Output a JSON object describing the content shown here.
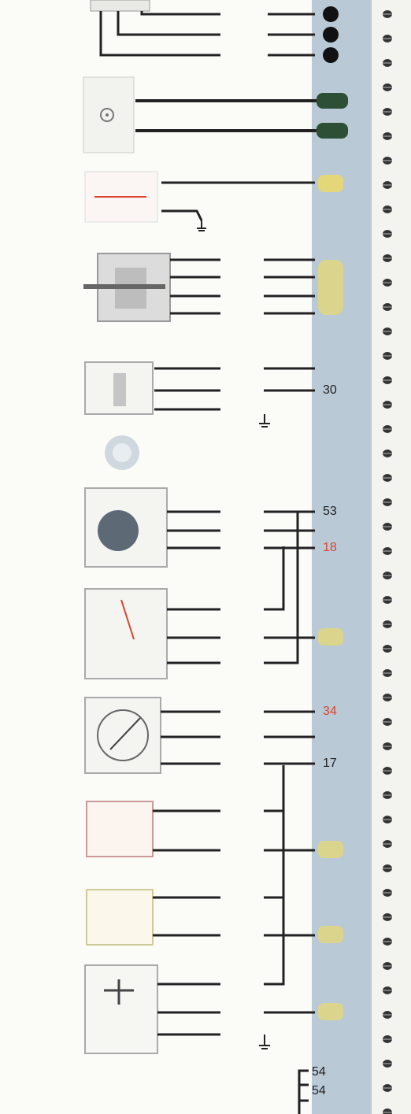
{
  "labels": {
    "pin_17": "17",
    "pin_18": "18",
    "pin_30": "30",
    "pin_34": "34",
    "pin_53": "53",
    "pin_54a": "54",
    "pin_54b": "54"
  },
  "colors": {
    "bus_strip": "#b9c9d6",
    "component_box": "#cfcfcf",
    "wire": "#222222",
    "pin_black": "#111111",
    "pin_green": "#2c4f36",
    "pin_yellow": "#e3d77a",
    "pin_red": "#d9452f",
    "binding_strip": "#f3f3f0"
  },
  "icons": {
    "spiral_binding": "spiral-ring-icon",
    "ground": "ground-icon",
    "fan": "fan-icon"
  }
}
